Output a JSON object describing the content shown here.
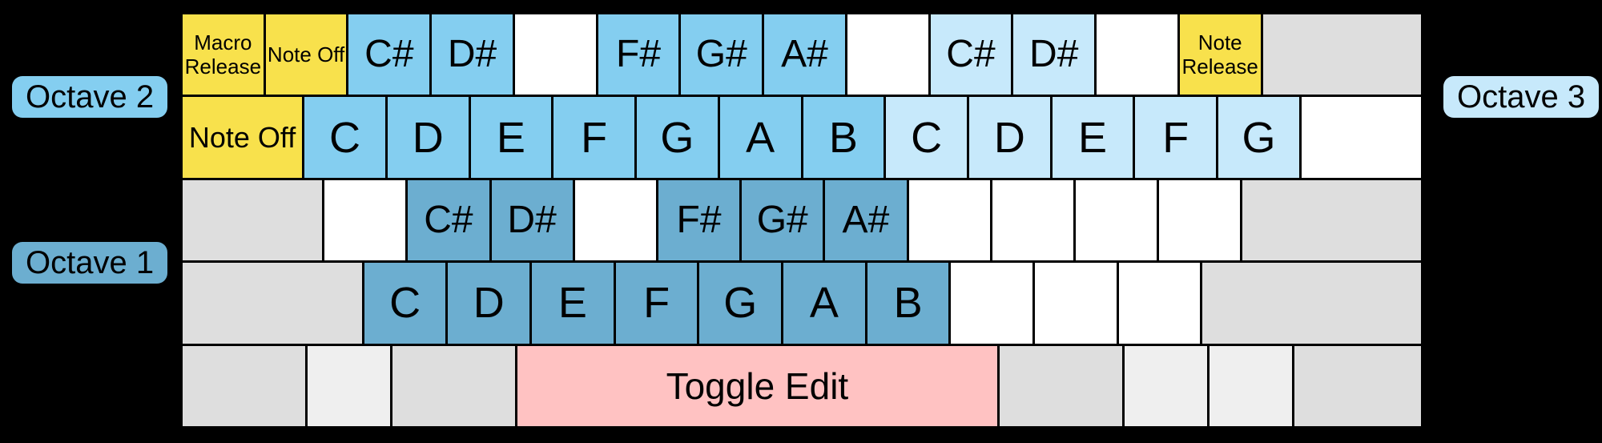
{
  "labels": {
    "octave_1": "Octave 1",
    "octave_2": "Octave 2",
    "octave_3": "Octave 3"
  },
  "colors": {
    "background": "#000000",
    "octave1_key": "#6CAED0",
    "octave2_key": "#84CEF0",
    "octave3_key": "#C7E9FB",
    "function_key_yellow": "#F8E14C",
    "toggle_key_pink": "#FFC2C2",
    "modifier_key_gray": "#DEDEDE",
    "modifier_key_light_gray": "#EFEFEF",
    "blank_key_white": "#FFFFFF",
    "key_text": "#000000"
  },
  "keyboard": {
    "rows": [
      {
        "name": "keyboard-row-number",
        "keys": [
          {
            "label": "Macro Release",
            "type": "function",
            "w": 1
          },
          {
            "label": "Note Off",
            "type": "function",
            "w": 1
          },
          {
            "label": "C#",
            "type": "octave2",
            "w": 1
          },
          {
            "label": "D#",
            "type": "octave2",
            "w": 1
          },
          {
            "label": "",
            "type": "blank",
            "w": 1
          },
          {
            "label": "F#",
            "type": "octave2",
            "w": 1
          },
          {
            "label": "G#",
            "type": "octave2",
            "w": 1
          },
          {
            "label": "A#",
            "type": "octave2",
            "w": 1
          },
          {
            "label": "",
            "type": "blank",
            "w": 1
          },
          {
            "label": "C#",
            "type": "octave3",
            "w": 1
          },
          {
            "label": "D#",
            "type": "octave3",
            "w": 1
          },
          {
            "label": "",
            "type": "blank",
            "w": 1
          },
          {
            "label": "Note Release",
            "type": "function",
            "w": 1
          },
          {
            "label": "",
            "type": "mod",
            "w": 2
          }
        ]
      },
      {
        "name": "keyboard-row-tab",
        "keys": [
          {
            "label": "Note Off",
            "type": "function",
            "w": 1.5
          },
          {
            "label": "C",
            "type": "octave2",
            "w": 1
          },
          {
            "label": "D",
            "type": "octave2",
            "w": 1
          },
          {
            "label": "E",
            "type": "octave2",
            "w": 1
          },
          {
            "label": "F",
            "type": "octave2",
            "w": 1
          },
          {
            "label": "G",
            "type": "octave2",
            "w": 1
          },
          {
            "label": "A",
            "type": "octave2",
            "w": 1
          },
          {
            "label": "B",
            "type": "octave2",
            "w": 1
          },
          {
            "label": "C",
            "type": "octave3",
            "w": 1
          },
          {
            "label": "D",
            "type": "octave3",
            "w": 1
          },
          {
            "label": "E",
            "type": "octave3",
            "w": 1
          },
          {
            "label": "F",
            "type": "octave3",
            "w": 1
          },
          {
            "label": "G",
            "type": "octave3",
            "w": 1
          },
          {
            "label": "",
            "type": "blank",
            "w": 1.5
          }
        ]
      },
      {
        "name": "keyboard-row-caps",
        "keys": [
          {
            "label": "",
            "type": "mod",
            "w": 1.75
          },
          {
            "label": "",
            "type": "blank",
            "w": 1
          },
          {
            "label": "C#",
            "type": "octave1",
            "w": 1
          },
          {
            "label": "D#",
            "type": "octave1",
            "w": 1
          },
          {
            "label": "",
            "type": "blank",
            "w": 1
          },
          {
            "label": "F#",
            "type": "octave1",
            "w": 1
          },
          {
            "label": "G#",
            "type": "octave1",
            "w": 1
          },
          {
            "label": "A#",
            "type": "octave1",
            "w": 1
          },
          {
            "label": "",
            "type": "blank",
            "w": 1
          },
          {
            "label": "",
            "type": "blank",
            "w": 1
          },
          {
            "label": "",
            "type": "blank",
            "w": 1
          },
          {
            "label": "",
            "type": "blank",
            "w": 1
          },
          {
            "label": "",
            "type": "mod",
            "w": 2.25
          }
        ]
      },
      {
        "name": "keyboard-row-shift",
        "keys": [
          {
            "label": "",
            "type": "mod",
            "w": 2.25
          },
          {
            "label": "C",
            "type": "octave1",
            "w": 1
          },
          {
            "label": "D",
            "type": "octave1",
            "w": 1
          },
          {
            "label": "E",
            "type": "octave1",
            "w": 1
          },
          {
            "label": "F",
            "type": "octave1",
            "w": 1
          },
          {
            "label": "G",
            "type": "octave1",
            "w": 1
          },
          {
            "label": "A",
            "type": "octave1",
            "w": 1
          },
          {
            "label": "B",
            "type": "octave1",
            "w": 1
          },
          {
            "label": "",
            "type": "blank",
            "w": 1
          },
          {
            "label": "",
            "type": "blank",
            "w": 1
          },
          {
            "label": "",
            "type": "blank",
            "w": 1
          },
          {
            "label": "",
            "type": "mod",
            "w": 2.75
          }
        ]
      },
      {
        "name": "keyboard-row-bottom",
        "keys": [
          {
            "label": "",
            "type": "mod",
            "w": 1.5
          },
          {
            "label": "",
            "type": "mod-light",
            "w": 1
          },
          {
            "label": "",
            "type": "mod",
            "w": 1.5
          },
          {
            "label": "Toggle Edit",
            "type": "toggle",
            "w": 6
          },
          {
            "label": "",
            "type": "mod",
            "w": 1.5
          },
          {
            "label": "",
            "type": "mod-light",
            "w": 1
          },
          {
            "label": "",
            "type": "mod-light",
            "w": 1
          },
          {
            "label": "",
            "type": "mod",
            "w": 1.55
          }
        ]
      }
    ]
  }
}
